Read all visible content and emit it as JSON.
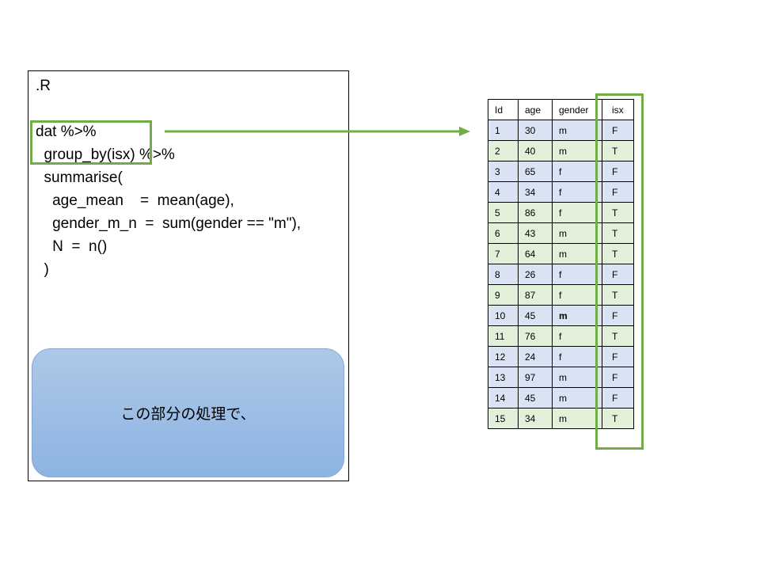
{
  "code_panel": {
    "lines": [
      ".R",
      "",
      "dat %>%",
      "  group_by(isx) %>%",
      "  summarise(",
      "    age_mean    =  mean(age),",
      "    gender_m_n  =  sum(gender == \"m\"),",
      "    N  =  n()",
      "  )"
    ],
    "note": "この部分の処理で、"
  },
  "colors": {
    "accent": "#70ad47",
    "row_F": "#dae3f3",
    "row_T": "#e2f0d9"
  },
  "table": {
    "headers": [
      "Id",
      "age",
      "gender",
      "isx"
    ],
    "rows": [
      [
        "1",
        "30",
        "m",
        "F"
      ],
      [
        "2",
        "40",
        "m",
        "T"
      ],
      [
        "3",
        "65",
        "f",
        "F"
      ],
      [
        "4",
        "34",
        "f",
        "F"
      ],
      [
        "5",
        "86",
        "f",
        "T"
      ],
      [
        "6",
        "43",
        "m",
        "T"
      ],
      [
        "7",
        "64",
        "m",
        "T"
      ],
      [
        "8",
        "26",
        "f",
        "F"
      ],
      [
        "9",
        "87",
        "f",
        "T"
      ],
      [
        "10",
        "45",
        "m",
        "F"
      ],
      [
        "11",
        "76",
        "f",
        "T"
      ],
      [
        "12",
        "24",
        "f",
        "F"
      ],
      [
        "13",
        "97",
        "m",
        "F"
      ],
      [
        "14",
        "45",
        "m",
        "F"
      ],
      [
        "15",
        "34",
        "m",
        "T"
      ]
    ]
  }
}
